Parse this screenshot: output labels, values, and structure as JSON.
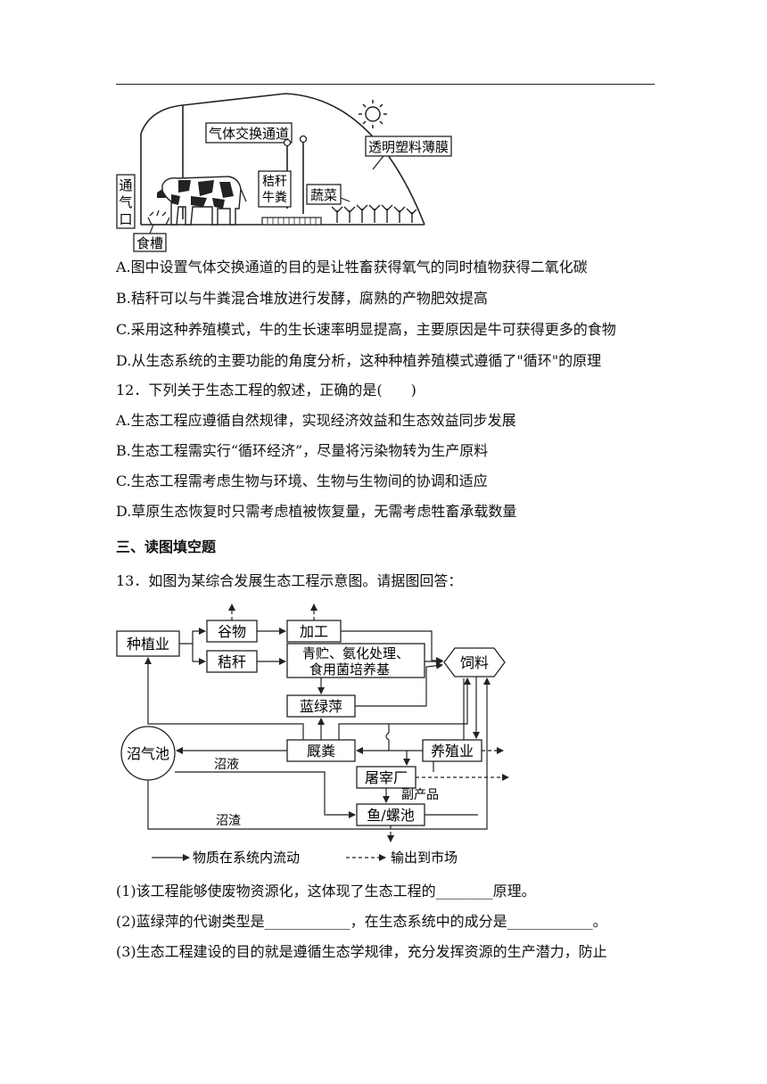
{
  "figure1": {
    "labels": {
      "gas_channel": "气体交换通道",
      "film": "透明塑料薄膜",
      "vent": [
        "通",
        "气",
        "口"
      ],
      "straw_manure": [
        "秸秆",
        "牛粪"
      ],
      "vegetables": "蔬菜",
      "trough": "食槽"
    }
  },
  "q11": {
    "options": [
      "A.图中设置气体交换通道的目的是让牲畜获得氧气的同时植物获得二氧化碳",
      "B.秸秆可以与牛粪混合堆放进行发酵，腐熟的产物肥效提高",
      "C.采用这种养殖模式，牛的生长速率明显提高，主要原因是牛可获得更多的食物",
      "D.从生态系统的主要功能的角度分析，这种种植养殖模式遵循了\"循环\"的原理"
    ]
  },
  "q12": {
    "stem": "12．下列关于生态工程的叙述，正确的是(　　)",
    "options": [
      "A.生态工程应遵循自然规律，实现经济效益和生态效益同步发展",
      "B.生态工程需实行“循环经济”，尽量将污染物转为生产原料",
      "C.生态工程需考虑生物与环境、生物与生物间的协调和适应",
      "D.草原生态恢复时只需考虑植被恢复量，无需考虑牲畜承载数量"
    ]
  },
  "section3": {
    "title": "三、读图填空题"
  },
  "q13": {
    "stem": "13．如图为某综合发展生态工程示意图。请据图回答：",
    "diagram": {
      "nodes": {
        "planting": "种植业",
        "grain": "谷物",
        "straw": "秸秆",
        "processing": "加工",
        "silage": [
          "青贮、氨化处理、",
          "食用菌培养基"
        ],
        "feed": "饲料",
        "azolla": "蓝绿萍",
        "biogas": "沼气池",
        "manure": "厩粪",
        "breeding": "养殖业",
        "slaughter": "屠宰厂",
        "fish": "鱼/螺池"
      },
      "edge_labels": {
        "slurry": "沼液",
        "residue": "沼渣",
        "byproduct": "副产品"
      },
      "legend": {
        "solid": "物质在系统内流动",
        "dashed": "输出到市场"
      }
    },
    "questions": [
      "(1)该工程能够使废物资源化，这体现了生态工程的________原理。",
      "(2)蓝绿萍的代谢类型是____________，在生态系统中的成分是____________。",
      "(3)生态工程建设的目的就是遵循生态学规律，充分发挥资源的生产潜力，防止"
    ]
  }
}
